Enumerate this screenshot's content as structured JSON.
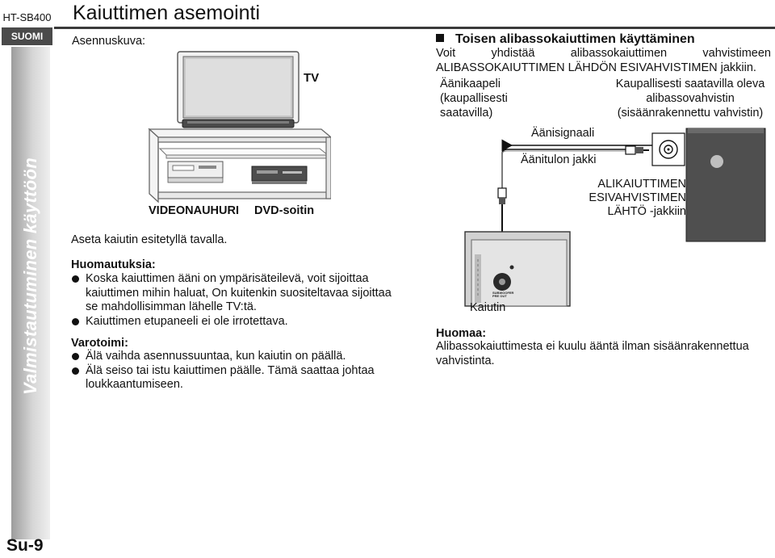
{
  "sidebar": {
    "model": "HT-SB400",
    "language": "SUOMI",
    "section": "Valmistautuminen käyttöön",
    "page_number": "Su-9"
  },
  "header": {
    "title": "Kaiuttimen asemointi"
  },
  "left": {
    "figure_label": "Asennuskuva:",
    "tv_label": "TV",
    "vcr_label": "VIDEONAUHURI",
    "dvd_label": "DVD-soitin",
    "placement_note": "Aseta kaiutin esitetyllä tavalla.",
    "notes_heading": "Huomautuksia:",
    "notes": [
      {
        "lines": [
          "Koska kaiuttimen ääni on ympärisäteilevä, voit sijoittaa",
          "kaiuttimen mihin haluat, On kuitenkin suositeltavaa sijoittaa",
          "se mahdollisimman lähelle TV:tä."
        ]
      },
      {
        "lines": [
          "Kaiuttimen etupaneeli ei ole irrotettava."
        ]
      }
    ],
    "warnings_heading": "Varotoimi:",
    "warnings": [
      {
        "lines": [
          "Älä vaihda asennussuuntaa, kun kaiutin on päällä."
        ]
      },
      {
        "lines": [
          "Älä seiso tai istu kaiuttimen päälle. Tämä saattaa johtaa",
          "loukkaantumiseen."
        ]
      }
    ]
  },
  "right": {
    "section_heading": "Toisen alibassokaiuttimen käyttäminen",
    "intro_line1": "Voit yhdistää alibassokaiuttimen vahvistimeen",
    "intro_line2": "ALIBASSOKAIUTTIMEN LÄHDÖN ESIVAHVISTIMEN jakkiin.",
    "cable_label": [
      "Äänikaapeli",
      "(kaupallisesti",
      "saatavilla)"
    ],
    "amp_label": [
      "Kaupallisesti saatavilla oleva",
      "alibassovahvistin",
      "(sisäänrakennettu vahvistin)"
    ],
    "signal_label": "Äänisignaali",
    "jack_label": "Äänitulon jakki",
    "sub_out_label": [
      "ALIKAIUTTIMEN",
      "ESIVAHVISTIMEN",
      "LÄHTÖ -jakkiin"
    ],
    "panel_text": [
      "SUBWOOFER",
      "PRE OUT"
    ],
    "speaker_label": "Kaiutin",
    "note_heading": "Huomaa:",
    "note_lines": [
      "Alibassokaiuttimesta ei kuulu ääntä ilman sisäänrakennettua",
      "vahvistinta."
    ]
  }
}
